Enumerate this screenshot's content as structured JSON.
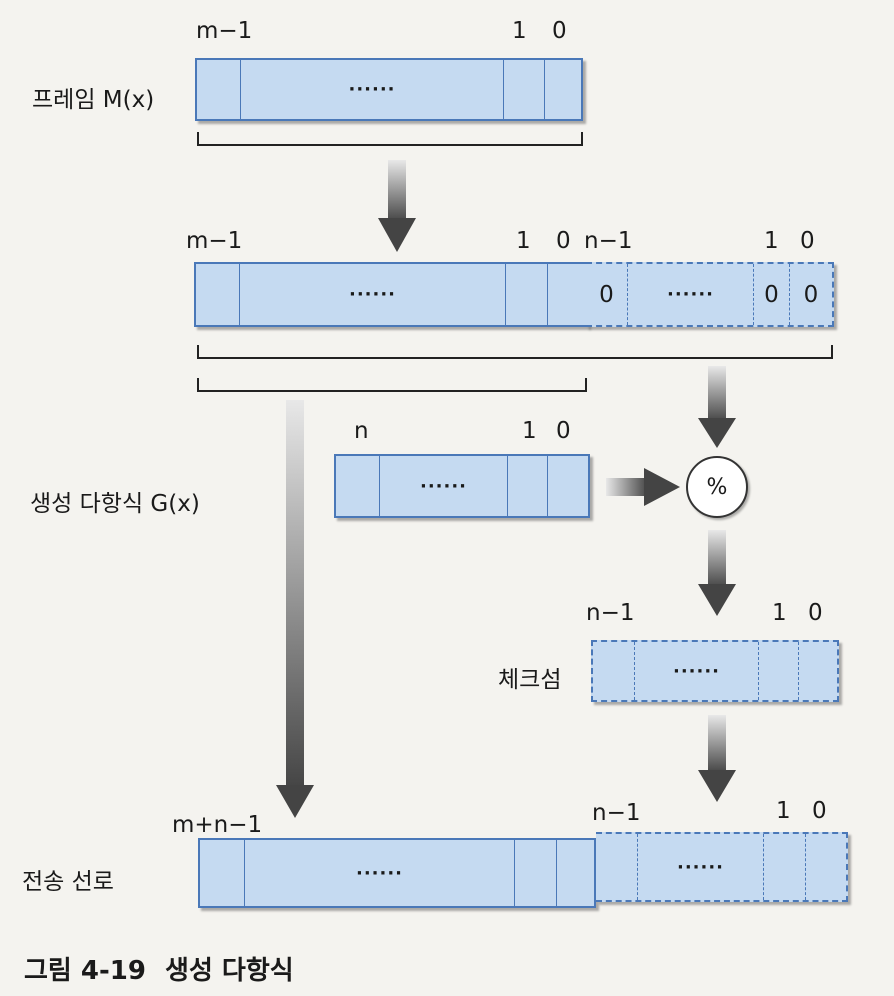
{
  "caption": {
    "number": "그림 4-19",
    "title": "생성 다항식"
  },
  "frame": {
    "label": "프레임 M(x)",
    "index_high": "m−1",
    "index_1": "1",
    "index_0": "0",
    "dots": "······"
  },
  "shifted": {
    "index_high": "m−1",
    "index_1": "1",
    "index_0": "0",
    "pad_index_high": "n−1",
    "pad_index_1": "1",
    "pad_index_0": "0",
    "dots": "······",
    "pad_zero_first": "0",
    "pad_dots": "······",
    "pad_zero_1": "0",
    "pad_zero_0": "0"
  },
  "generator": {
    "label": "생성 다항식 G(x)",
    "index_high": "n",
    "index_1": "1",
    "index_0": "0",
    "dots": "······"
  },
  "operator": {
    "symbol": "%"
  },
  "checksum": {
    "label": "체크섬",
    "index_high": "n−1",
    "index_1": "1",
    "index_0": "0",
    "dots": "······"
  },
  "transmission": {
    "label": "전송 선로",
    "index_high": "m+n−1",
    "index_mid": "n−1",
    "index_1": "1",
    "index_0": "0",
    "dots_left": "······",
    "dots_right": "······"
  },
  "colors": {
    "register_fill": "#c5daf1",
    "register_border": "#4a78b8",
    "arrow": "#555555"
  }
}
